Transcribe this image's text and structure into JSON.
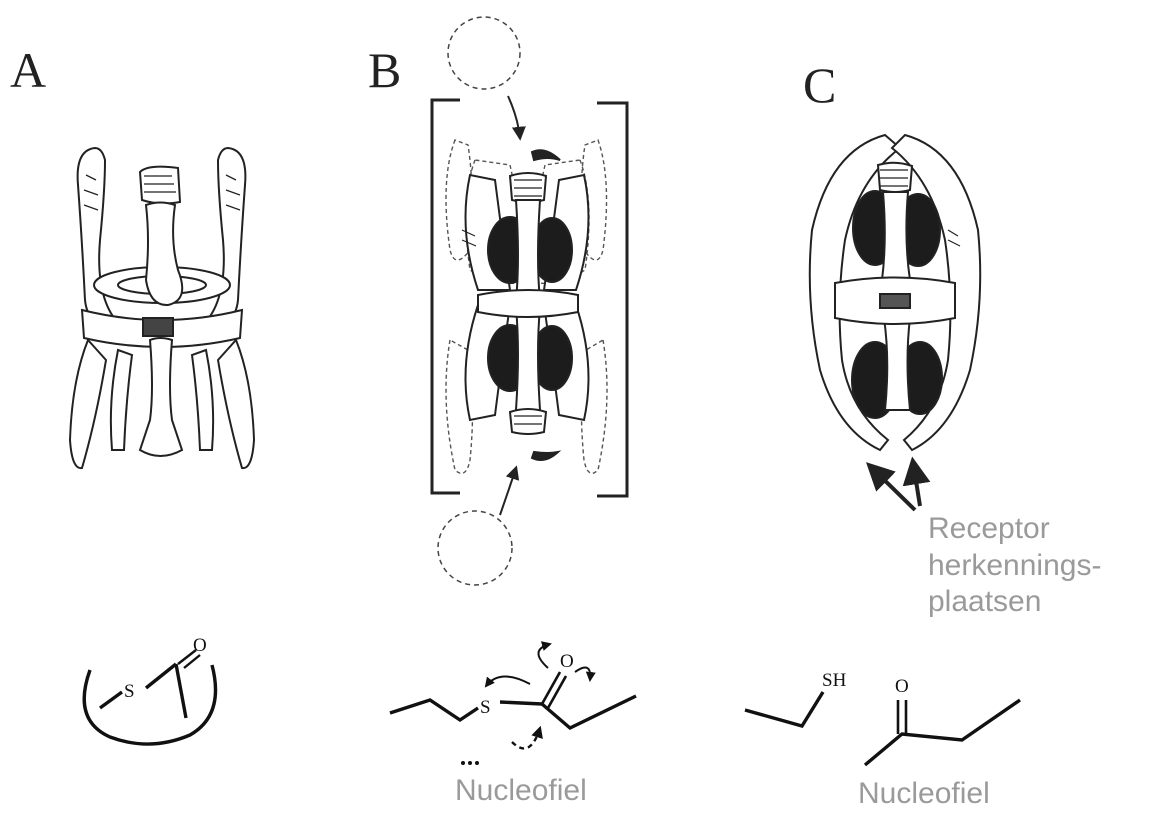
{
  "panels": {
    "a": {
      "letter": "A"
    },
    "b": {
      "letter": "B"
    },
    "c": {
      "letter": "C"
    }
  },
  "labels": {
    "receptor_lines": [
      "Receptor",
      "herkennings-",
      "plaatsen"
    ],
    "nucleophile_b": "Nucleofiel",
    "nucleophile_c": "Nucleofiel"
  },
  "chemistry": {
    "a": {
      "sulfur": "S",
      "oxygen": "O"
    },
    "b": {
      "sulfur": "S",
      "oxygen": "O"
    },
    "c": {
      "thiol": "SH",
      "oxygen": "O"
    }
  }
}
